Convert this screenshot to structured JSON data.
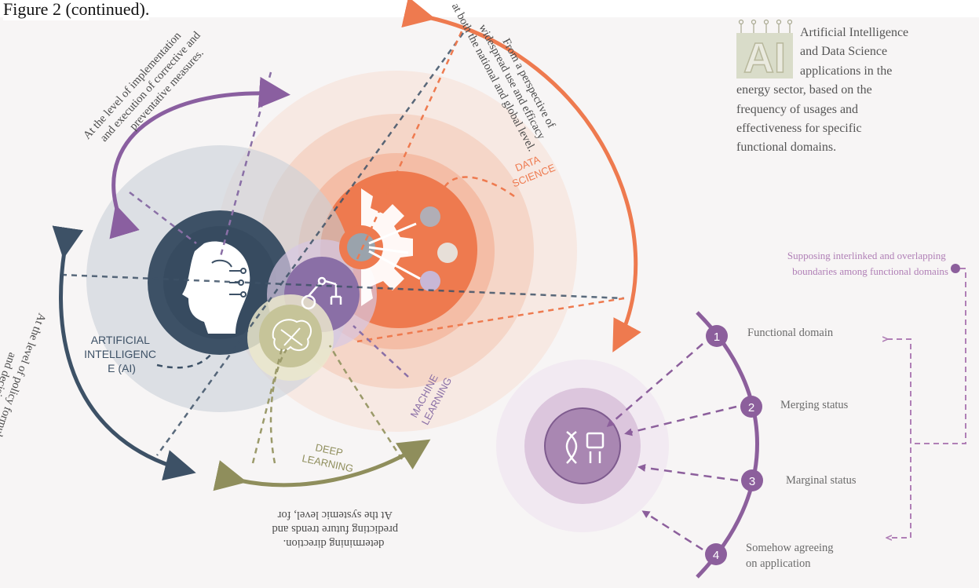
{
  "caption": "Figure 2 (continued).",
  "logo": {
    "text": "AI",
    "icon": "ai-circuit-logo-icon"
  },
  "description": [
    "Artificial Intelligence",
    "and Data Science",
    "applications in the",
    "energy sector, based on the",
    "frequency of usages and",
    "effectiveness for specific",
    "functional domains."
  ],
  "domains": {
    "ai": [
      "ARTIFICIAL",
      "INTELLIGENC",
      "E (AI)"
    ],
    "data_science": [
      "DATA",
      "SCIENCE"
    ],
    "machine_learning": [
      "MACHINE",
      "LEARNING"
    ],
    "deep_learning": [
      "DEEP",
      "LEARNING"
    ]
  },
  "levels": {
    "implementation": [
      "At the level of implementation",
      "and execution of corrective and",
      "preventative measures."
    ],
    "widespread": [
      "From a perspective of",
      "widespread use and efficacy",
      "at both the national and global level."
    ],
    "policy": [
      "At the level of policy formulation",
      "and decision-making."
    ],
    "systemic": [
      "At the systemic level, for",
      "predicting future trends and",
      "determining direction."
    ]
  },
  "legend": {
    "note": [
      "Supposing interlinked and overlapping",
      "boundaries among functional domains"
    ],
    "items": [
      {
        "number": "1",
        "label": [
          "Functional domain"
        ]
      },
      {
        "number": "2",
        "label": [
          "Merging status"
        ]
      },
      {
        "number": "3",
        "label": [
          "Marginal status"
        ]
      },
      {
        "number": "4",
        "label": [
          "Somehow agreeing",
          "on application"
        ]
      }
    ]
  },
  "colors": {
    "ai": "#3d5166",
    "data_science": "#ee7a4f",
    "machine_learning": "#8a6fa6",
    "deep_learning": "#9b9a6a",
    "legend_purple": "#8c5f9c",
    "legend_text": "#6b6b6b"
  }
}
